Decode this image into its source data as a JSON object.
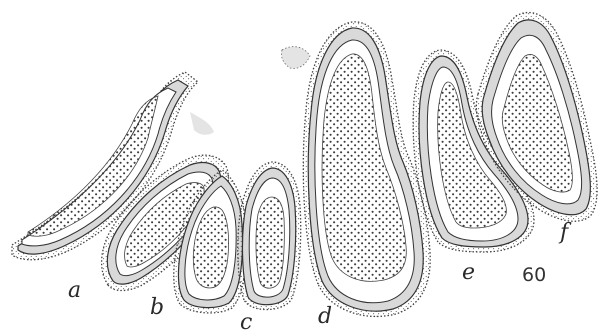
{
  "figure": {
    "number": "60",
    "labels": {
      "a": "a",
      "b": "b",
      "c": "c",
      "d": "d",
      "e": "e",
      "f": "f"
    },
    "colors": {
      "ink": "#333333",
      "wall_fill": "#d9d9d9",
      "cavity_fill": "#ffffff",
      "dots": "#3a3a3a"
    }
  }
}
